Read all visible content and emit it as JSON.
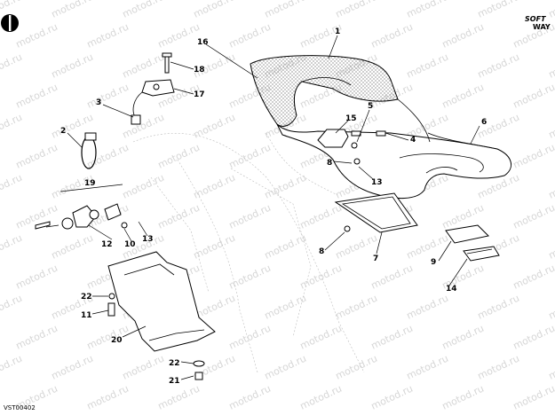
{
  "diagram": {
    "drawing_code": "VST00402",
    "brand_line1": "SOFT",
    "brand_line2": "WAY",
    "watermark": "motod.ru",
    "parts": [
      {
        "id": "seat",
        "label": "1"
      },
      {
        "id": "cable",
        "label": "2"
      },
      {
        "id": "switch",
        "label": "3"
      },
      {
        "id": "bracket",
        "label": "4"
      },
      {
        "id": "bush",
        "label": "5"
      },
      {
        "id": "seat-edge",
        "label": "6"
      },
      {
        "id": "tray",
        "label": "7"
      },
      {
        "id": "screw-tray",
        "label": "8"
      },
      {
        "id": "screw-bracket",
        "label": "8"
      },
      {
        "id": "pad-large",
        "label": "9"
      },
      {
        "id": "lock-screw",
        "label": "10"
      },
      {
        "id": "plate-screw",
        "label": "11"
      },
      {
        "id": "lock-body",
        "label": "12"
      },
      {
        "id": "screw-lock",
        "label": "13"
      },
      {
        "id": "screw-rear",
        "label": "13"
      },
      {
        "id": "pad-small",
        "label": "14"
      },
      {
        "id": "hook",
        "label": "15"
      },
      {
        "id": "seat-cover",
        "label": "16"
      },
      {
        "id": "switch-bracket",
        "label": "17"
      },
      {
        "id": "switch-screw",
        "label": "18"
      },
      {
        "id": "lock-assembly",
        "label": "19"
      },
      {
        "id": "undertray",
        "label": "20"
      },
      {
        "id": "nut",
        "label": "21"
      },
      {
        "id": "washer-bottom",
        "label": "22"
      },
      {
        "id": "washer-left",
        "label": "22"
      }
    ]
  }
}
